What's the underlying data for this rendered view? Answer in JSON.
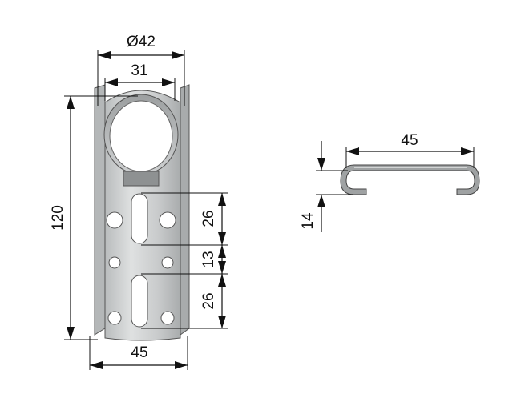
{
  "bracket_dimensions": {
    "outer_diameter": "Ø42",
    "inner_width": "31",
    "total_height": "120",
    "upper_slot_spacing": "26",
    "middle_spacing": "13",
    "lower_slot_spacing": "26",
    "base_width": "45"
  },
  "profile_dimensions": {
    "width": "45",
    "height": "14"
  }
}
